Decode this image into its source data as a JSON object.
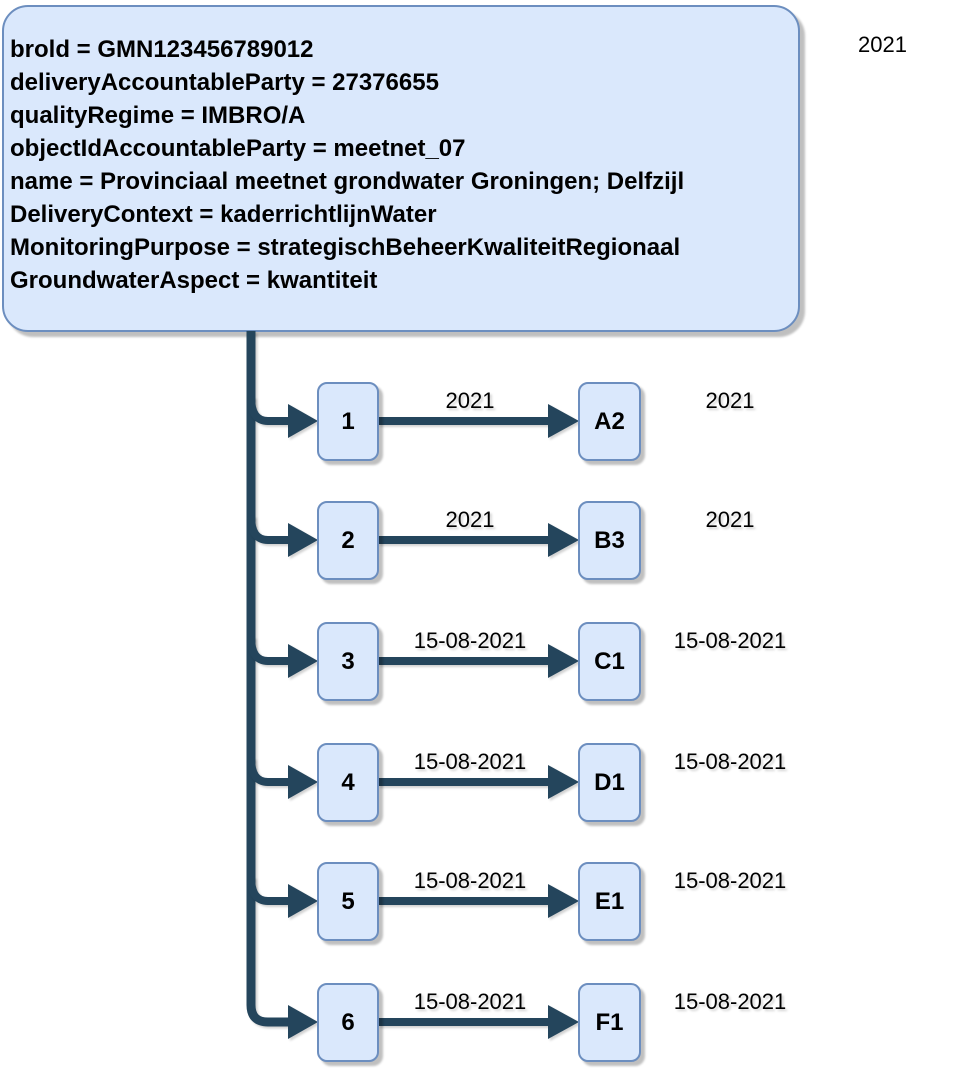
{
  "title_box": {
    "lines": [
      "brold = GMN123456789012",
      "deliveryAccountableParty = 27376655",
      "qualityRegime = IMBRO/A",
      "objectIdAccountableParty = meetnet_07",
      "name = Provinciaal meetnet grondwater Groningen; Delfzijl",
      "DeliveryContext = kaderrichtlijnWater",
      "MonitoringPurpose = strategischBeheerKwaliteitRegionaal",
      "GroundwaterAspect = kwantiteit"
    ]
  },
  "top_right_label": "2021",
  "rows": [
    {
      "source": "1",
      "edge_label": "2021",
      "target": "A2",
      "right_label": "2021"
    },
    {
      "source": "2",
      "edge_label": "2021",
      "target": "B3",
      "right_label": "2021"
    },
    {
      "source": "3",
      "edge_label": "15-08-2021",
      "target": "C1",
      "right_label": "15-08-2021"
    },
    {
      "source": "4",
      "edge_label": "15-08-2021",
      "target": "D1",
      "right_label": "15-08-2021"
    },
    {
      "source": "5",
      "edge_label": "15-08-2021",
      "target": "E1",
      "right_label": "15-08-2021"
    },
    {
      "source": "6",
      "edge_label": "15-08-2021",
      "target": "F1",
      "right_label": "15-08-2021"
    }
  ],
  "colors": {
    "node_fill": "#dae8fc",
    "node_stroke": "#6c8ebf",
    "edge": "#24455c",
    "text": "#000000"
  }
}
